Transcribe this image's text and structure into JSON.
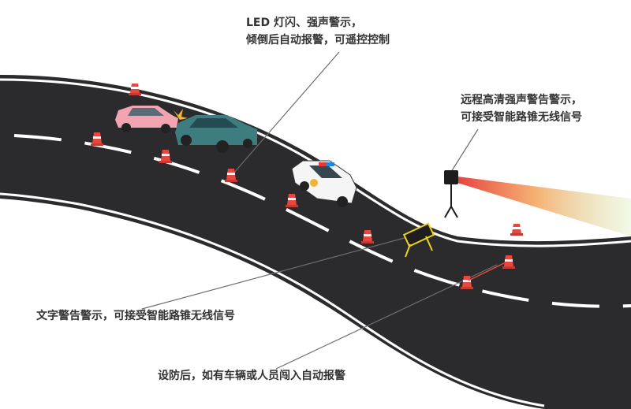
{
  "annotations": {
    "led_cone": {
      "line1": "LED 灯闪、强声警示，",
      "line2": "倾倒后自动报警，可遥控控制"
    },
    "radar": {
      "line1": "远程高清强声警告警示，",
      "line2": "可接受智能路锥无线信号"
    },
    "text_sign": {
      "line1": "文字警告警示，可接受智能路锥无线信号"
    },
    "intrusion": {
      "line1": "设防后，如有车辆或人员闯入自动报警"
    }
  },
  "colors": {
    "road": "#2b2b2d",
    "road_edge": "#ffffff",
    "cone": "#e8473f",
    "beam_start": "#e53935",
    "beam_end": "#c5e1a5",
    "pointer": "#6e6e6e"
  }
}
